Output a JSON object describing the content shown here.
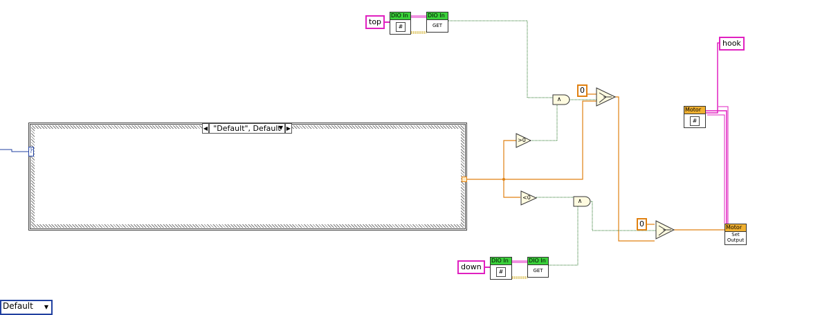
{
  "case_structure": {
    "selector_label": "\"Default\", Default",
    "selector_terminal": "?"
  },
  "ring": {
    "value": "Default"
  },
  "constants": {
    "top": "top",
    "down": "down",
    "hook": "hook",
    "zero_upper": "0",
    "zero_lower": "0"
  },
  "dio_top": {
    "ref_label": "DIO In",
    "get_label": "DIO In",
    "get_text": "GET",
    "icon": "#"
  },
  "dio_bottom": {
    "ref_label": "DIO In",
    "get_label": "DIO In",
    "get_text": "GET",
    "icon": "#"
  },
  "motor_ref": {
    "label": "Motor",
    "icon": "#"
  },
  "motor_set": {
    "label": "Motor",
    "line1": "Set",
    "line2": "Output"
  },
  "gates": {
    "and_upper": "∧",
    "and_lower": "∧",
    "gt_zero": ">0",
    "lt_zero": "<0"
  },
  "colors": {
    "refnum": "#e020c0",
    "numeric": "#e08010",
    "boolean": "#207020",
    "dio_header": "#3ad03a",
    "motor_header": "#f0b030",
    "enum_wire": "#2040a0"
  }
}
